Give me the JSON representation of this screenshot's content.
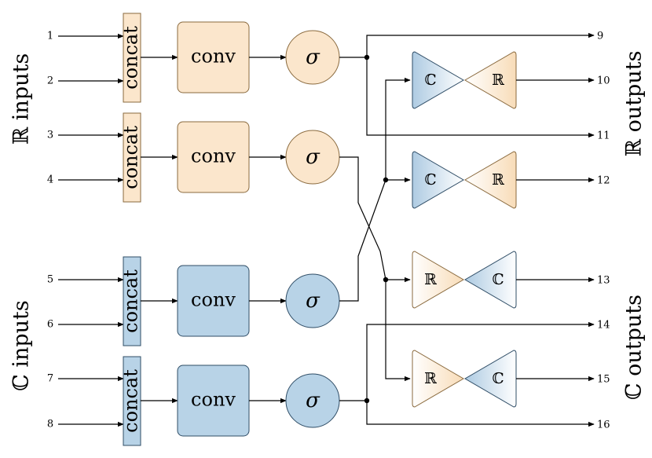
{
  "side_labels": {
    "real_inputs": "ℝ inputs",
    "complex_inputs": "ℂ inputs",
    "real_outputs": "ℝ outputs",
    "complex_outputs": "ℂ outputs"
  },
  "ports": {
    "in": [
      "1",
      "2",
      "3",
      "4",
      "5",
      "6",
      "7",
      "8"
    ],
    "out": [
      "9",
      "10",
      "11",
      "12",
      "13",
      "14",
      "15",
      "16"
    ]
  },
  "blocks": {
    "concat": "concat",
    "conv": "conv",
    "activation": "σ"
  },
  "mixers": [
    {
      "left": "ℂ",
      "right": "ℝ"
    },
    {
      "left": "ℂ",
      "right": "ℝ"
    },
    {
      "left": "ℝ",
      "right": "ℂ"
    },
    {
      "left": "ℝ",
      "right": "ℂ"
    }
  ],
  "colors": {
    "real_fill": "#fbe6cc",
    "real_stroke": "#8a6a3e",
    "complex_fill": "#b8d3e7",
    "complex_stroke": "#2f4d66",
    "wire": "#000000"
  }
}
